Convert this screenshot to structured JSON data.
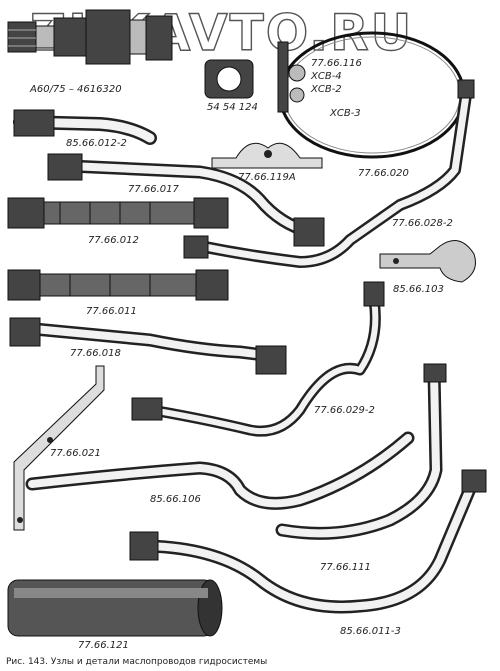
{
  "watermark": "ZUKAVTO.RU",
  "caption": "Рис. 143. Узлы и детали маслопроводов гидросистемы",
  "labels": {
    "l_a6075": "А60/75 – 4616320",
    "l_545424": "54 54 124",
    "l_7766116": "77.66.116",
    "l_xcb4": "ХСВ-4",
    "l_xcb2": "ХСВ-2",
    "l_xcb3": "ХСВ-3",
    "l_8566012_2": "85.66.012-2",
    "l_7766017": "77.66.017",
    "l_7766119a": "77.66.119А",
    "l_7766020": "77.66.020",
    "l_7766028_2": "77.66.028-2",
    "l_7766012": "77.66.012",
    "l_8566103": "85.66.103",
    "l_7766011": "77.66.011",
    "l_7766018": "77.66.018",
    "l_7766029_2": "77.66.029-2",
    "l_7766021": "77.66.021",
    "l_8566106": "85.66.106",
    "l_7766111": "77.66.111",
    "l_7766121": "77.66.121",
    "l_8566011_3": "85.66.011-3"
  }
}
